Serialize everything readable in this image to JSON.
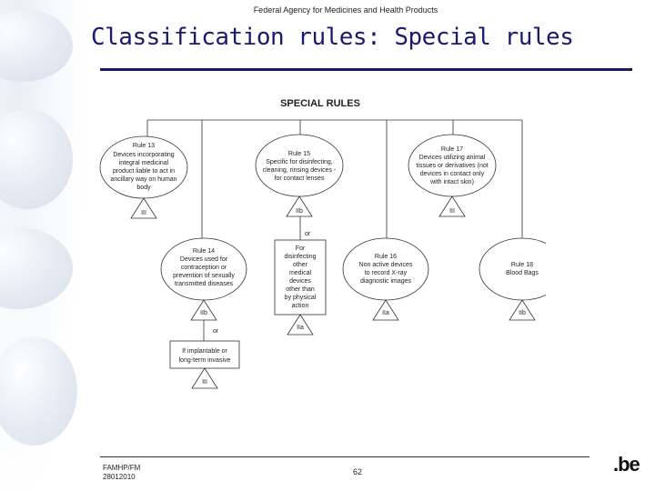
{
  "header": {
    "org_name": "Federal Agency for Medicines and Health Products"
  },
  "slide": {
    "title": "Classification rules: Special rules"
  },
  "diagram": {
    "heading": "SPECIAL RULES",
    "rules": {
      "rule13": {
        "label": "Rule 13",
        "lines": [
          "Devices incorporating",
          "integral medicinal",
          "product liable to act in",
          "ancillary way on human",
          "body"
        ],
        "class": "III"
      },
      "rule15": {
        "label": "Rule 15",
        "lines": [
          "Specific for disinfecting,",
          "cleaning, rinsing devices -",
          "for contact lenses"
        ],
        "class": "IIb"
      },
      "rule17": {
        "label": "Rule 17",
        "lines": [
          "Devices utilizing animal",
          "tissues or derivatives (not",
          "devices in contact only",
          "with intact skin)"
        ],
        "class": "III"
      },
      "rule14": {
        "label": "Rule 14",
        "lines": [
          "Devices used for",
          "contraception or",
          "prevention of sexually",
          "transmitted diseases"
        ],
        "class": "IIb"
      },
      "rule16": {
        "label": "Rule 16",
        "lines": [
          "Non active devices",
          "to record X-ray",
          "diagnostic images"
        ],
        "class": "IIa"
      },
      "rule18": {
        "label": "Rule 18",
        "lines": [
          "Blood Bags"
        ],
        "class": "IIb"
      }
    },
    "or_label": "or",
    "disinfect_box": {
      "lines": [
        "For",
        "disinfecting",
        "other",
        "medical",
        "devices",
        "other than",
        "by physical",
        "action"
      ],
      "class": "IIa"
    },
    "implant_box": {
      "lines": [
        "If implantable or",
        "long-term invasive"
      ],
      "class": "III"
    }
  },
  "footer": {
    "org": "FAMHP/FM\n28012010",
    "page": "62",
    "logo_text": ".be"
  }
}
